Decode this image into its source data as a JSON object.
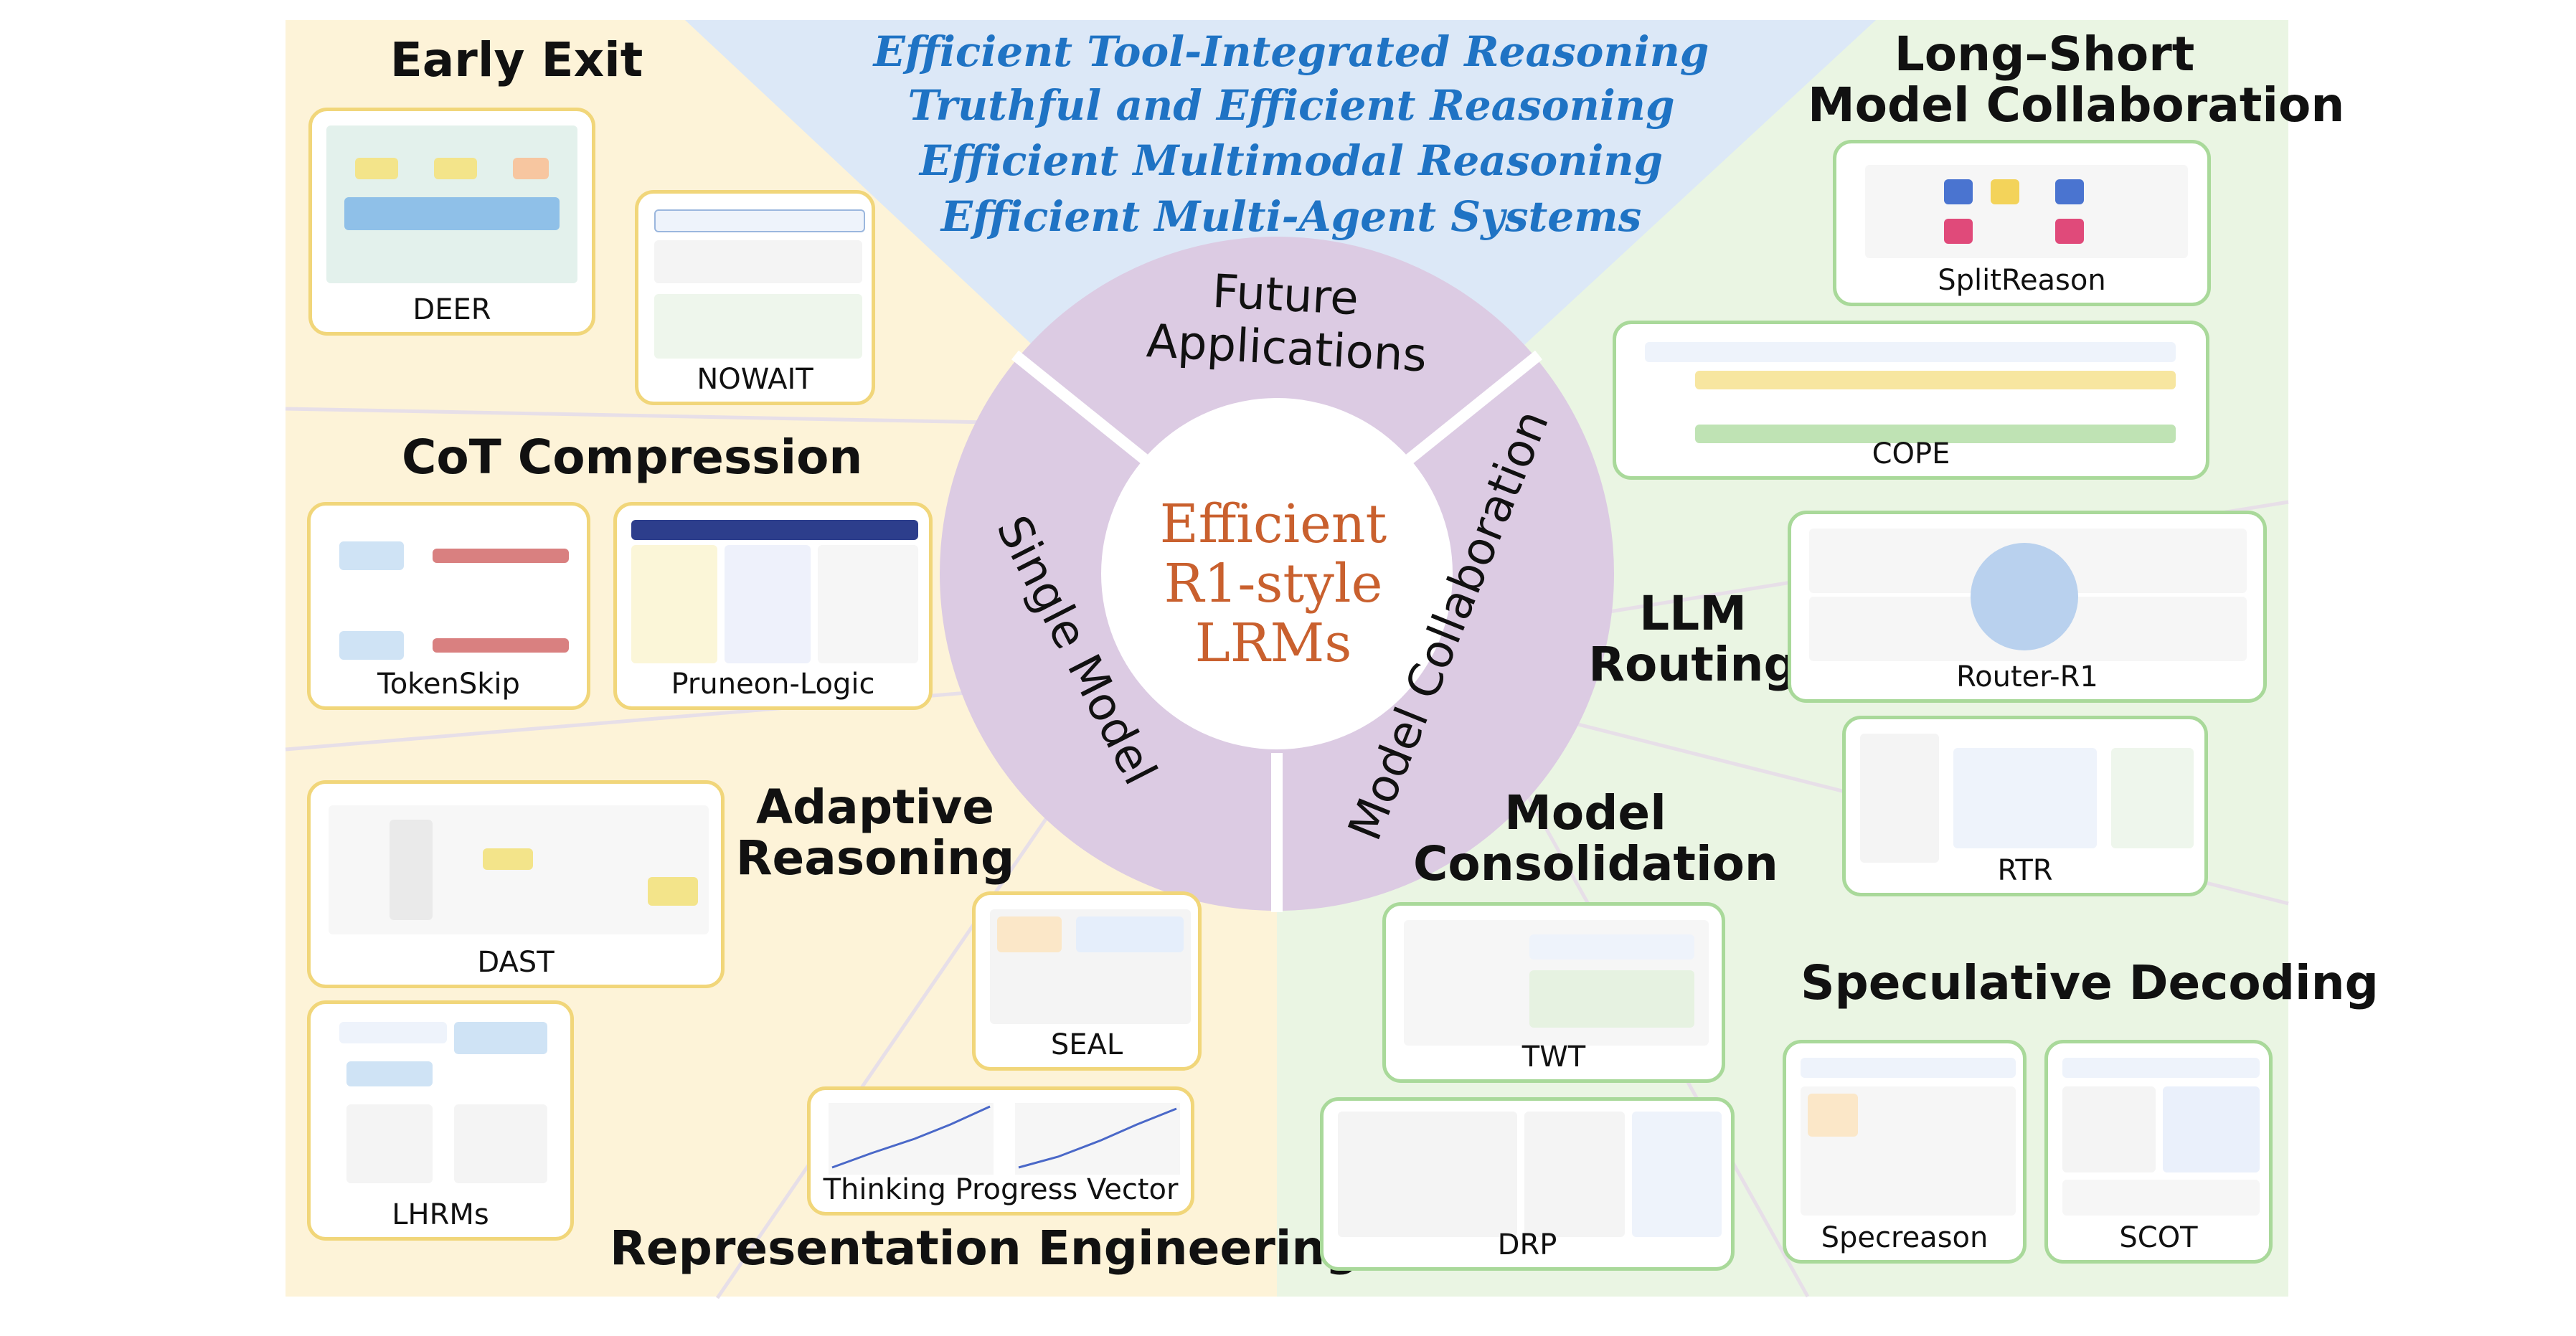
{
  "center": {
    "line1": "Efficient",
    "line2": "R1-style",
    "line3": "LRMs"
  },
  "ring": {
    "future": "Future",
    "future2": "Applications",
    "single": "Single Model",
    "collab": "Model Collaboration"
  },
  "future_items": [
    "Efficient Tool-Integrated Reasoning",
    "Truthful and Efficient Reasoning",
    "Efficient Multimodal Reasoning",
    "Efficient Multi-Agent Systems"
  ],
  "left_sections": {
    "early_exit": "Early Exit",
    "cot_compression": "CoT Compression",
    "adaptive_1": "Adaptive",
    "adaptive_2": "Reasoning",
    "representation": "Representation Engineering"
  },
  "right_sections": {
    "long_short_1": "Long–Short",
    "long_short_2": "Model Collaboration",
    "routing_1": "LLM",
    "routing_2": "Routing",
    "consolidation_1": "Model",
    "consolidation_2": "Consolidation",
    "speculative": "Speculative Decoding"
  },
  "methods": {
    "deer": "DEER",
    "nowait": "NOWAIT",
    "tokenskip": "TokenSkip",
    "pruneon": "Pruneon-Logic",
    "dast": "DAST",
    "seal": "SEAL",
    "lhrms": "LHRMs",
    "tpv": "Thinking Progress Vector",
    "splitreason": "SplitReason",
    "cope": "COPE",
    "routerr1": "Router-R1",
    "rtr": "RTR",
    "twt": "TWT",
    "drp": "DRP",
    "specreason": "Specreason",
    "scot": "SCOT"
  },
  "colors": {
    "left_bg": "#fdf3d8",
    "right_bg": "#eaf5e3",
    "top_bg": "#dce8f7",
    "ring": "#dccbe3",
    "title_blue": "#1f73c4",
    "center_text": "#c9602e",
    "yellow_border": "#f1d67a",
    "green_border": "#a9d99a"
  }
}
